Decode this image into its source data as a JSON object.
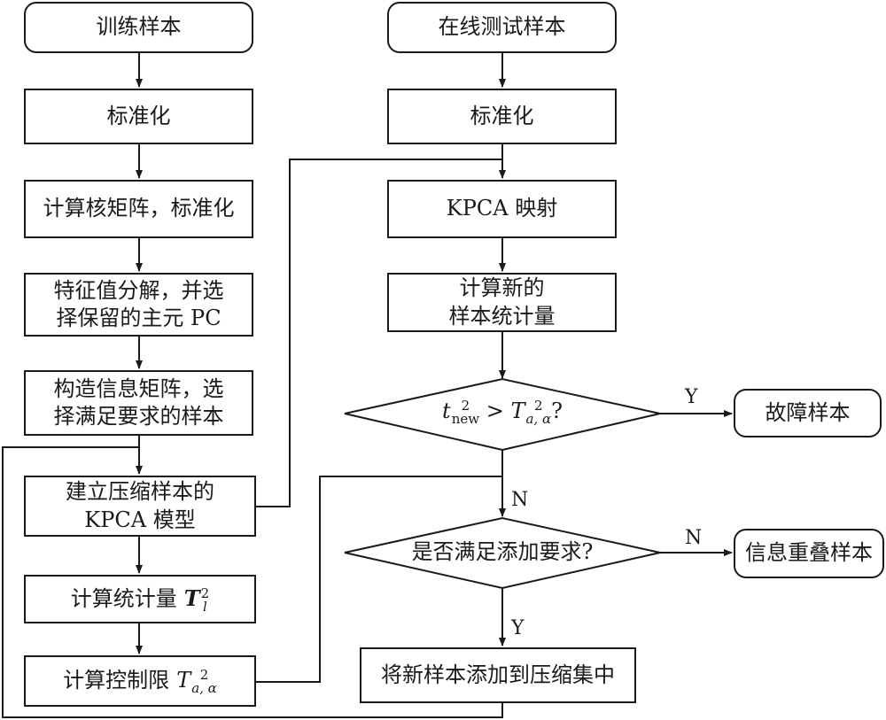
{
  "left": {
    "training_samples": "训练样本",
    "standardize": "标准化",
    "kernel_matrix": "计算核矩阵，标准化",
    "eigen_line1": "特征值分解，并选",
    "eigen_line2": "择保留的主元 PC",
    "info_line1": "构造信息矩阵，选",
    "info_line2": "择满足要求的样本",
    "model_line1": "建立压缩样本的",
    "model_line2": "KPCA 模型",
    "stat_label": "计算统计量",
    "stat_symbol": "T",
    "stat_sub": "l",
    "stat_sup": "2",
    "limit_label": "计算控制限",
    "limit_symbol": "T",
    "limit_sub": "a, α",
    "limit_sup": "2"
  },
  "right": {
    "online_samples": "在线测试样本",
    "standardize": "标准化",
    "kpca_map": "KPCA 映射",
    "newstat_line1": "计算新的",
    "newstat_line2": "样本统计量",
    "decision1_t": "t",
    "decision1_sub": "new",
    "decision1_sup": "2",
    "decision1_gt": " > ",
    "decision1_T": "T",
    "decision1_Tsub": "a, α",
    "decision1_Tsup": "2",
    "decision1_q": "?",
    "fault_samples": "故障样本",
    "decision2": "是否满足添加要求?",
    "overlap_samples": "信息重叠样本",
    "add_to_set": "将新样本添加到压缩集中"
  },
  "edge_labels": {
    "y1": "Y",
    "n1": "N",
    "n2": "N",
    "y2": "Y"
  }
}
